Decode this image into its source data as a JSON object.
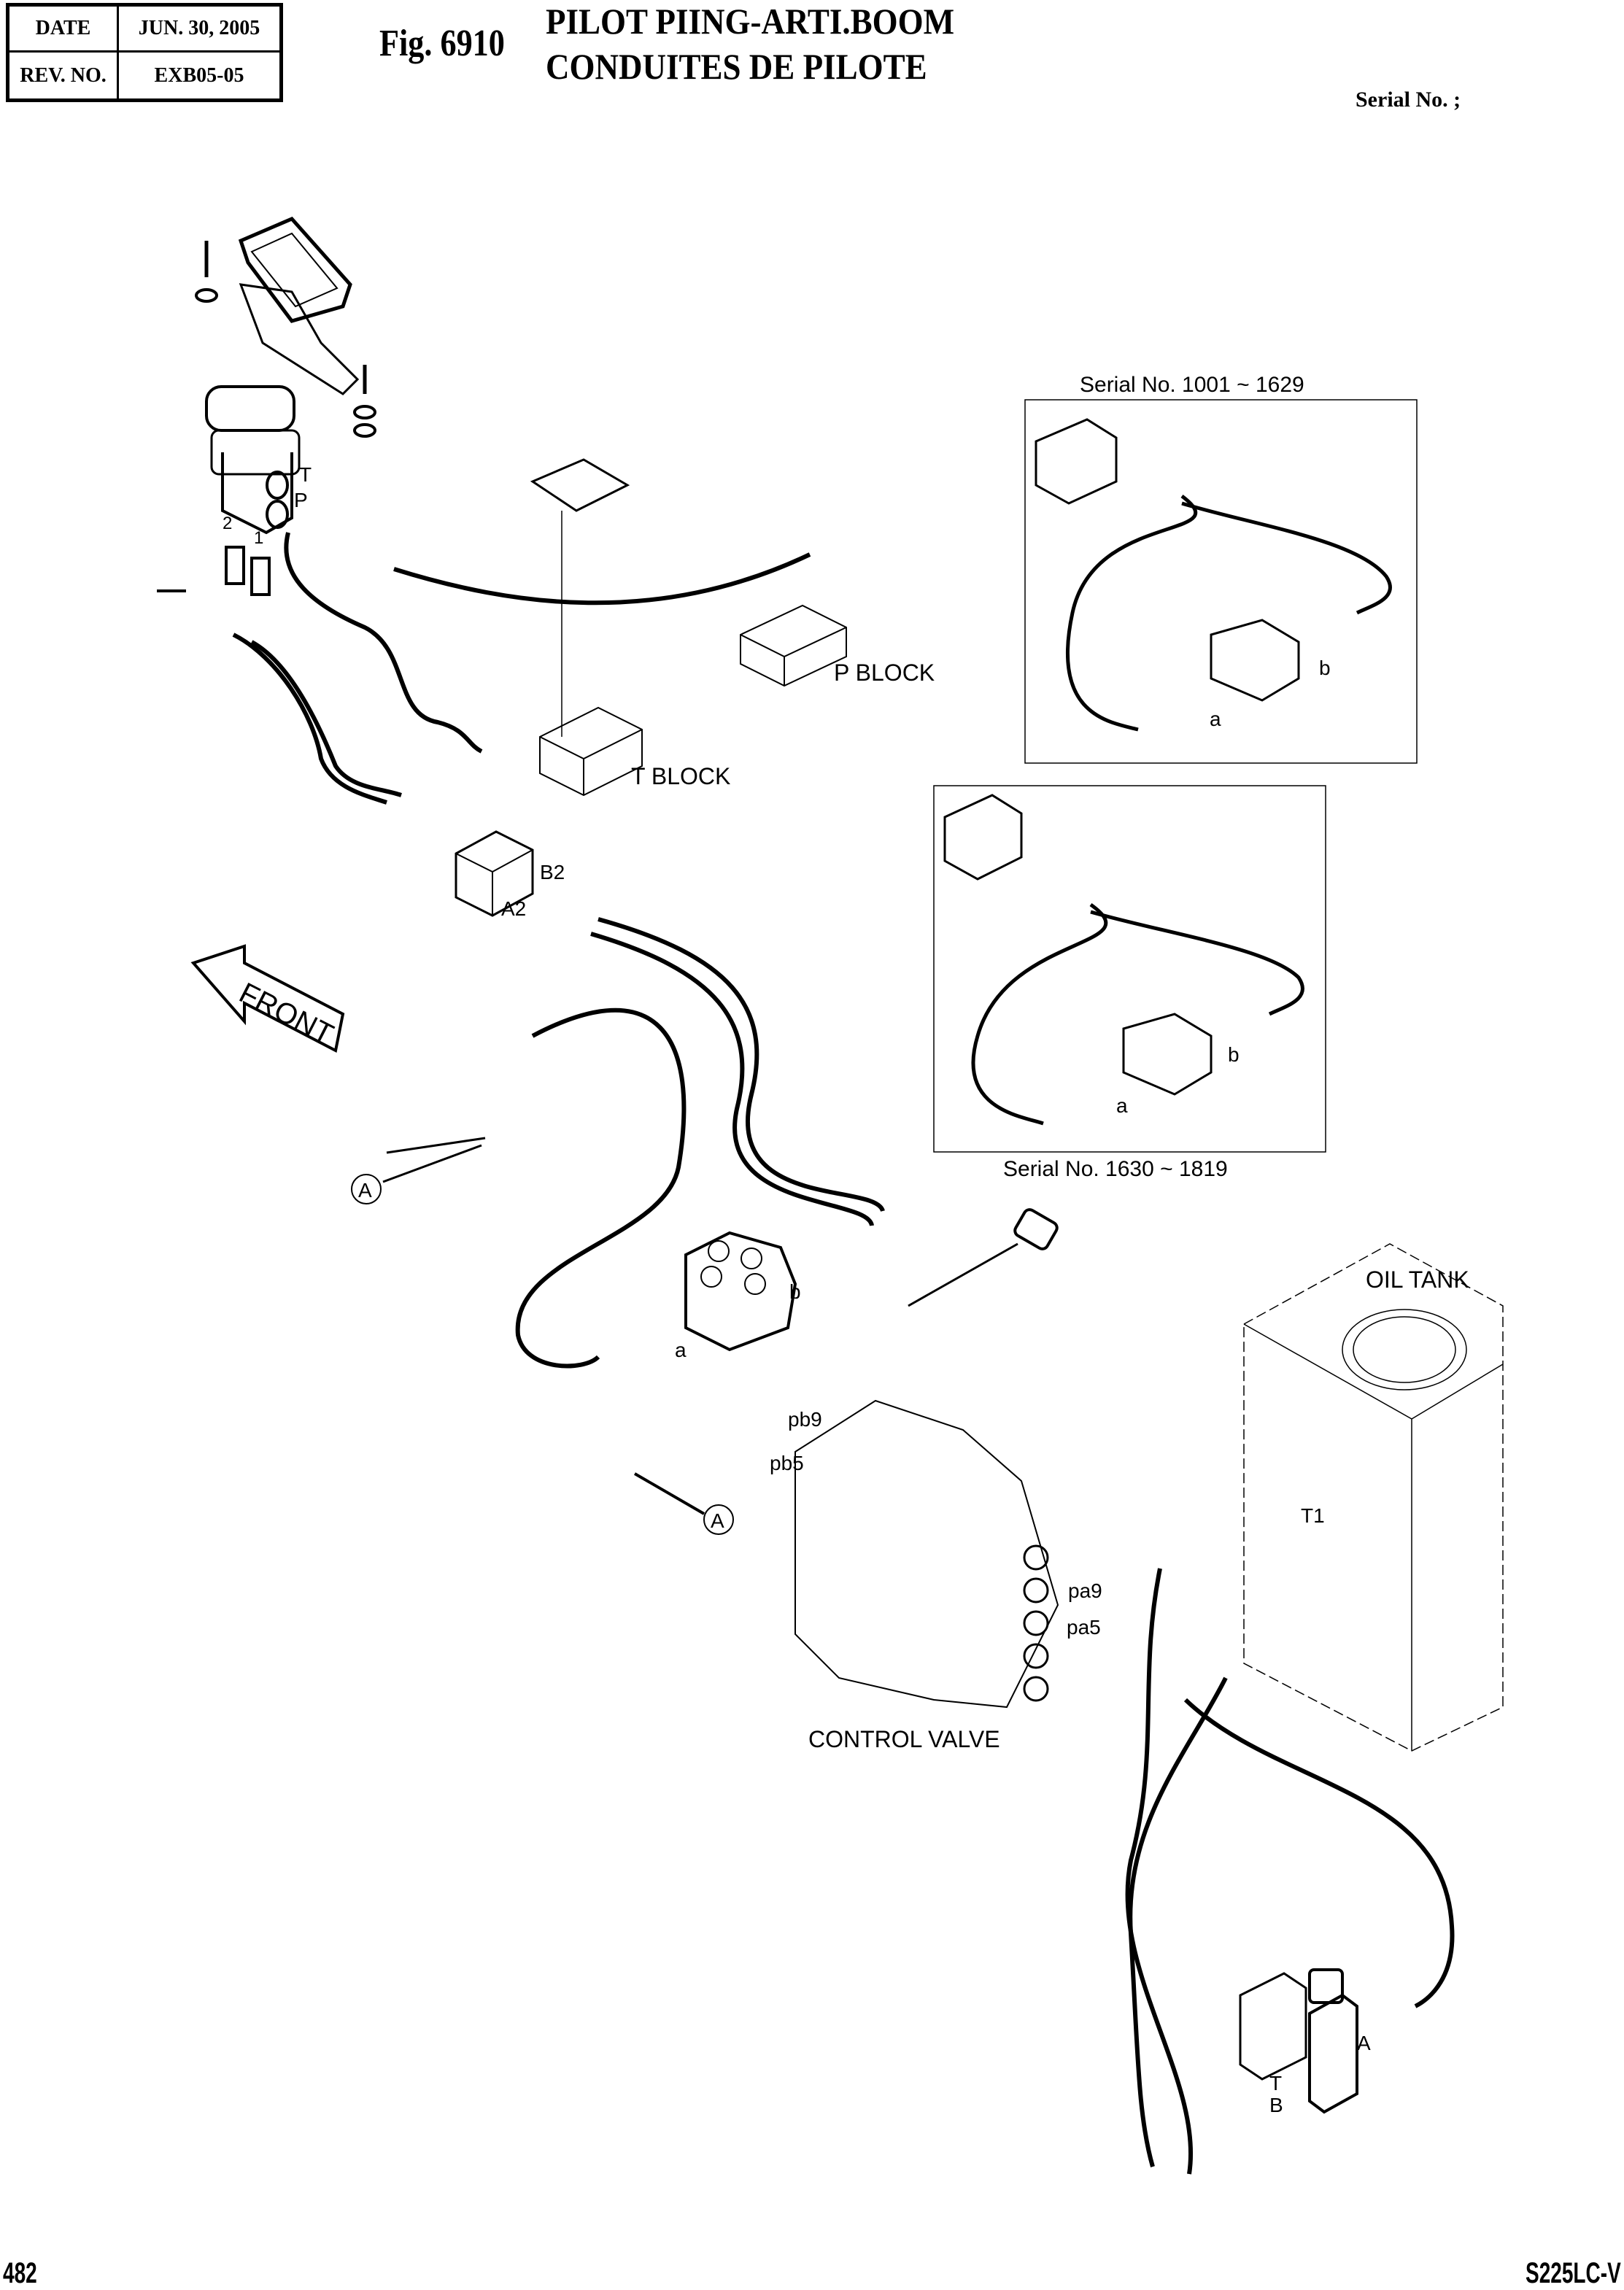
{
  "header": {
    "date_label": "DATE",
    "date_value": "JUN. 30, 2005",
    "rev_label": "REV. NO.",
    "rev_value": "EXB05-05",
    "figure_number": "Fig. 6910",
    "title_en": "PILOT PIING-ARTI.BOOM",
    "title_fr": "CONDUITES DE PILOTE",
    "serial": "Serial No. ;"
  },
  "diagram": {
    "component_labels": {
      "p_block": "P  BLOCK",
      "t_block": "T  BLOCK",
      "oil_tank": "OIL TANK",
      "control_valve": "CONTROL VALVE",
      "front_arrow": "FRONT"
    },
    "port_labels": {
      "pedal_t": "T",
      "pedal_p": "P",
      "pedal_1": "1",
      "pedal_2": "2",
      "b2": "B2",
      "a2": "A2",
      "valve_a": "a",
      "valve_b": "b",
      "pb9": "pb9",
      "pb5": "pb5",
      "pa9": "pa9",
      "pa5": "pa5",
      "t1": "T1",
      "solenoid_a": "A",
      "solenoid_t": "T",
      "solenoid_b": "B"
    },
    "callouts": {
      "ref_a_1": "A",
      "ref_a_2": "A"
    },
    "insets": [
      {
        "serial_range": "Serial No. 1001 ~ 1629",
        "port_a": "a",
        "port_b": "b"
      },
      {
        "serial_range": "Serial No. 1630 ~ 1819",
        "port_a": "a",
        "port_b": "b"
      }
    ]
  },
  "footer": {
    "page_number": "482",
    "model": "S225LC-V"
  }
}
